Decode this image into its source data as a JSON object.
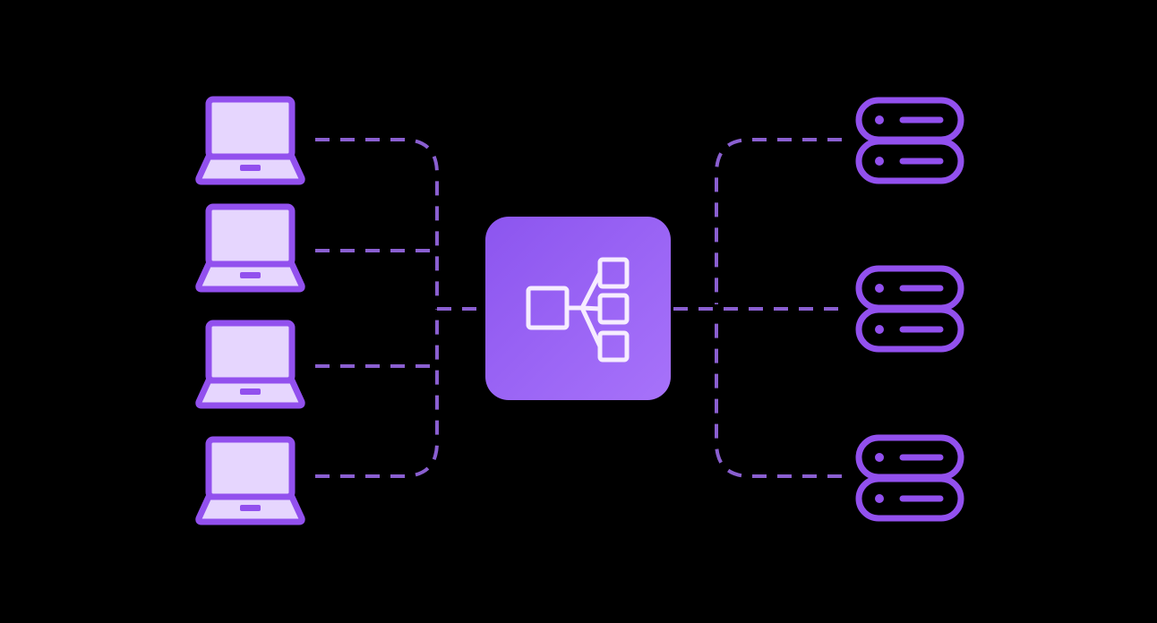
{
  "diagram": {
    "description_free": true,
    "colors": {
      "background": "#000000",
      "accent": "#9250ee",
      "accent_light": "#e6d6fe",
      "connector": "#8a5fd0",
      "hub_gradient_start": "#8c55ef",
      "hub_gradient_end": "#a772fa",
      "hub_icon": "#f6ecff"
    },
    "icons": {
      "client": "laptop-icon",
      "hub": "load-balancer-icon",
      "backend": "server-icon"
    },
    "clients": [
      {
        "id": "client-1"
      },
      {
        "id": "client-2"
      },
      {
        "id": "client-3"
      },
      {
        "id": "client-4"
      }
    ],
    "servers": [
      {
        "id": "server-1"
      },
      {
        "id": "server-2"
      },
      {
        "id": "server-3"
      }
    ]
  }
}
